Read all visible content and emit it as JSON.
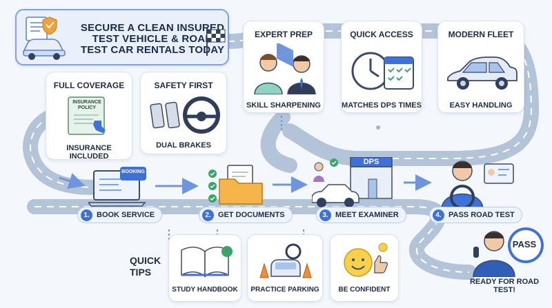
{
  "title": "Secure a clean insured test vehicle & road test car rentals today",
  "features": {
    "full_coverage": {
      "title": "Full Coverage",
      "caption": "Insurance Included",
      "doc_text": "INSURANCE POLICY"
    },
    "safety_first": {
      "title": "Safety First",
      "caption": "Dual Brakes"
    },
    "expert_prep": {
      "title": "Expert Prep",
      "caption": "Skill Sharpening"
    },
    "quick_access": {
      "title": "Quick Access",
      "caption": "Matches DPS Times"
    },
    "modern_fleet": {
      "title": "Modern Fleet",
      "caption": "Easy Handling"
    }
  },
  "steps": [
    {
      "num": "1.",
      "label": "Book Service",
      "screen_text": "BOOKING"
    },
    {
      "num": "2.",
      "label": "Get Documents"
    },
    {
      "num": "3.",
      "label": "Meet Examiner",
      "sign_text": "DPS"
    },
    {
      "num": "4.",
      "label": "Pass Road Test"
    }
  ],
  "tips": {
    "heading": "Quick Tips",
    "items": [
      "Study Handbook",
      "Practice Parking",
      "Be Confident"
    ]
  },
  "finish": {
    "badge": "PASS",
    "caption": "Ready for Road Test!"
  },
  "colors": {
    "road": "#b3c3d8",
    "road_edge": "#8fa3c0",
    "accent": "#3f72d8",
    "title_border": "#7f9fe6",
    "green": "#3aa56b"
  }
}
